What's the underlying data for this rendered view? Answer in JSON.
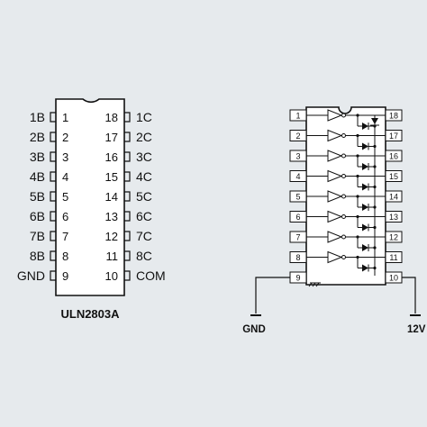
{
  "left_chip": {
    "name": "ULN2803A",
    "left_pins": [
      {
        "label": "1B",
        "num": "1"
      },
      {
        "label": "2B",
        "num": "2"
      },
      {
        "label": "3B",
        "num": "3"
      },
      {
        "label": "4B",
        "num": "4"
      },
      {
        "label": "5B",
        "num": "5"
      },
      {
        "label": "6B",
        "num": "6"
      },
      {
        "label": "7B",
        "num": "7"
      },
      {
        "label": "8B",
        "num": "8"
      },
      {
        "label": "GND",
        "num": "9"
      }
    ],
    "right_pins": [
      {
        "label": "1C",
        "num": "18"
      },
      {
        "label": "2C",
        "num": "17"
      },
      {
        "label": "3C",
        "num": "16"
      },
      {
        "label": "4C",
        "num": "15"
      },
      {
        "label": "5C",
        "num": "14"
      },
      {
        "label": "6C",
        "num": "13"
      },
      {
        "label": "7C",
        "num": "12"
      },
      {
        "label": "8C",
        "num": "11"
      },
      {
        "label": "COM",
        "num": "10"
      }
    ]
  },
  "right_chip": {
    "left_pin_nums": [
      "1",
      "2",
      "3",
      "4",
      "5",
      "6",
      "7",
      "8",
      "9"
    ],
    "right_pin_nums": [
      "18",
      "17",
      "16",
      "15",
      "14",
      "13",
      "12",
      "11",
      "10"
    ],
    "gnd_label": "GND",
    "supply_label": "12V"
  }
}
